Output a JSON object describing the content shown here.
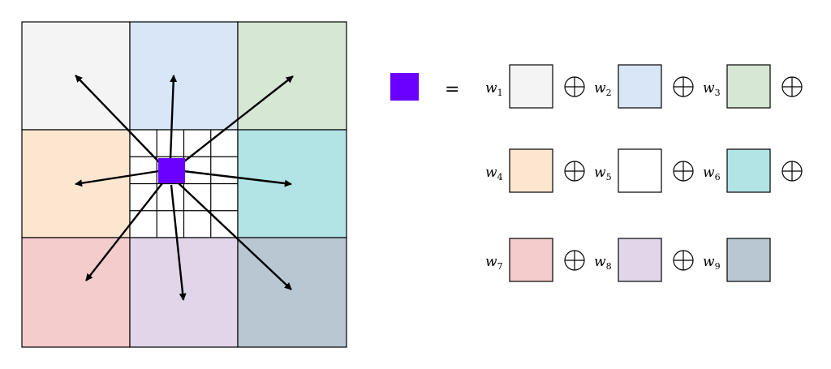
{
  "grid": {
    "cells": [
      {
        "id": "1",
        "color": "#f4f4f4"
      },
      {
        "id": "2",
        "color": "#d8e6f7"
      },
      {
        "id": "3",
        "color": "#d6e7d4"
      },
      {
        "id": "4",
        "color": "#fde6d0"
      },
      {
        "id": "5",
        "color": "#ffffff"
      },
      {
        "id": "6",
        "color": "#b2e3e5"
      },
      {
        "id": "7",
        "color": "#f4cccc"
      },
      {
        "id": "8",
        "color": "#e1d6e9"
      },
      {
        "id": "9",
        "color": "#b8c7d2"
      }
    ],
    "center_pixel_color": "#6a00ff"
  },
  "equation": {
    "equals_sign": "=",
    "weight_symbol": "w",
    "plus_symbol": "⊕",
    "terms": [
      {
        "subscript": "1",
        "color": "#f4f4f4",
        "has_plus": true
      },
      {
        "subscript": "2",
        "color": "#d8e6f7",
        "has_plus": true
      },
      {
        "subscript": "3",
        "color": "#d6e7d4",
        "has_plus": true
      },
      {
        "subscript": "4",
        "color": "#fde6d0",
        "has_plus": true
      },
      {
        "subscript": "5",
        "color": "#ffffff",
        "has_plus": true
      },
      {
        "subscript": "6",
        "color": "#b2e3e5",
        "has_plus": true
      },
      {
        "subscript": "7",
        "color": "#f4cccc",
        "has_plus": true
      },
      {
        "subscript": "8",
        "color": "#e1d6e9",
        "has_plus": true
      },
      {
        "subscript": "9",
        "color": "#b8c7d2",
        "has_plus": false
      }
    ]
  }
}
